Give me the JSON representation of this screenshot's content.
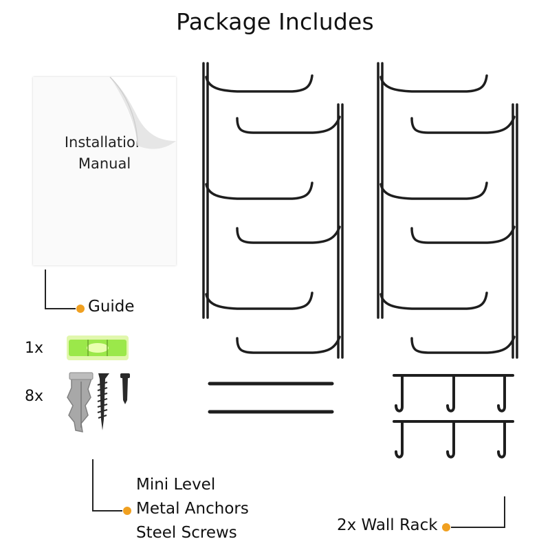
{
  "title": "Package Includes",
  "manual": {
    "text_line1": "Installation",
    "text_line2": "Manual"
  },
  "labels": {
    "guide": "Guide",
    "qty_level": "1x",
    "qty_hardware": "8x",
    "mini_level": "Mini Level",
    "metal_anchors": "Metal Anchors",
    "steel_screws": "Steel Screws",
    "wall_rack": "2x Wall Rack"
  },
  "colors": {
    "accent_dot": "#f0a020",
    "rack_metal": "#1e1e1e",
    "level_green": "#9be84a",
    "anchor_gray": "#a8a8a8"
  },
  "icons": [
    "page-curl-icon",
    "mini-level-icon",
    "anchor-icon",
    "screw-icon",
    "short-screw-icon",
    "wall-rack-icon",
    "rod-icon",
    "hook-bar-icon"
  ]
}
